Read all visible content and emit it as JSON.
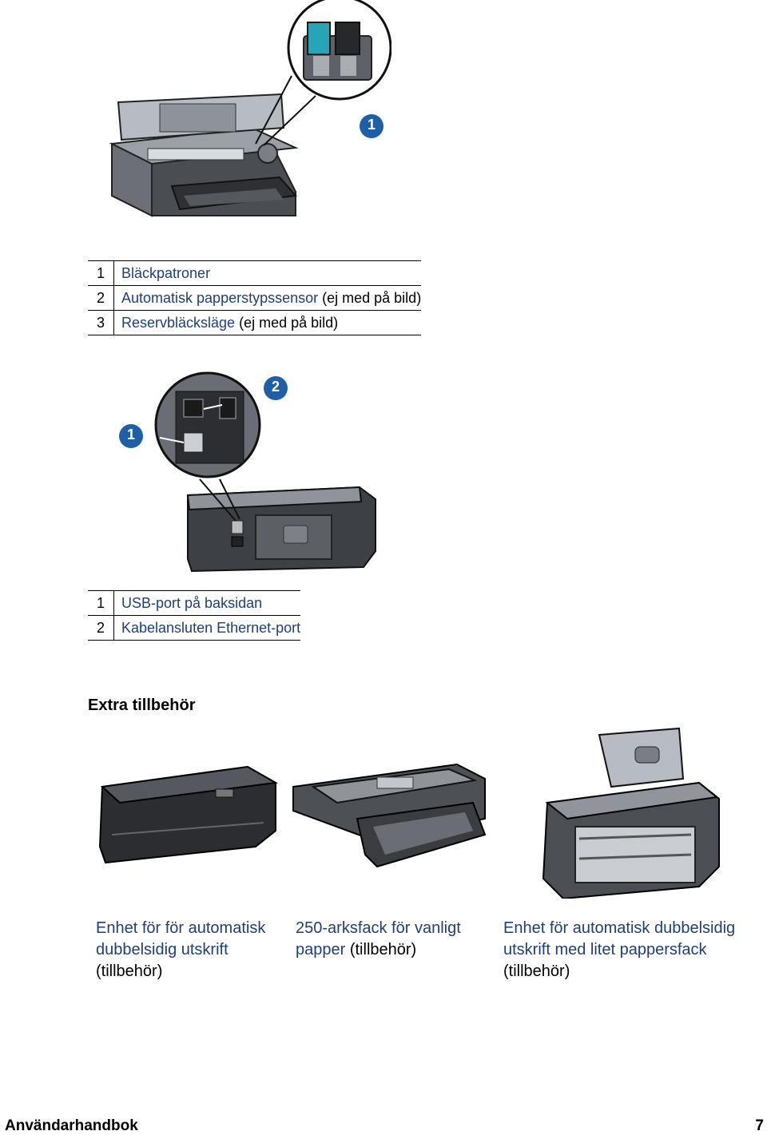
{
  "legend1": [
    {
      "num": "1",
      "link": "Bläckpatroner",
      "rest": ""
    },
    {
      "num": "2",
      "link": "Automatisk papperstypssensor",
      "rest": " (ej med på bild)"
    },
    {
      "num": "3",
      "link": "Reservbläcksläge",
      "rest": " (ej med på bild)"
    }
  ],
  "callouts1": {
    "c1": "1"
  },
  "legend2": [
    {
      "num": "1",
      "link": "USB-port på baksidan",
      "rest": ""
    },
    {
      "num": "2",
      "link": "Kabelansluten Ethernet-port",
      "rest": ""
    }
  ],
  "callouts2": {
    "c1": "1",
    "c2": "2"
  },
  "section_title": "Extra tillbehör",
  "accessories": [
    {
      "link": "Enhet för för automatisk dubbelsidig utskrift",
      "rest": " (tillbehör)"
    },
    {
      "link": "250-arksfack för vanligt papper",
      "rest": " (tillbehör)"
    },
    {
      "link": "Enhet för automatisk dubbelsidig utskrift med litet pappersfack",
      "rest": " (tillbehör)"
    }
  ],
  "footer": {
    "left": "Användarhandbok",
    "right": "7"
  }
}
